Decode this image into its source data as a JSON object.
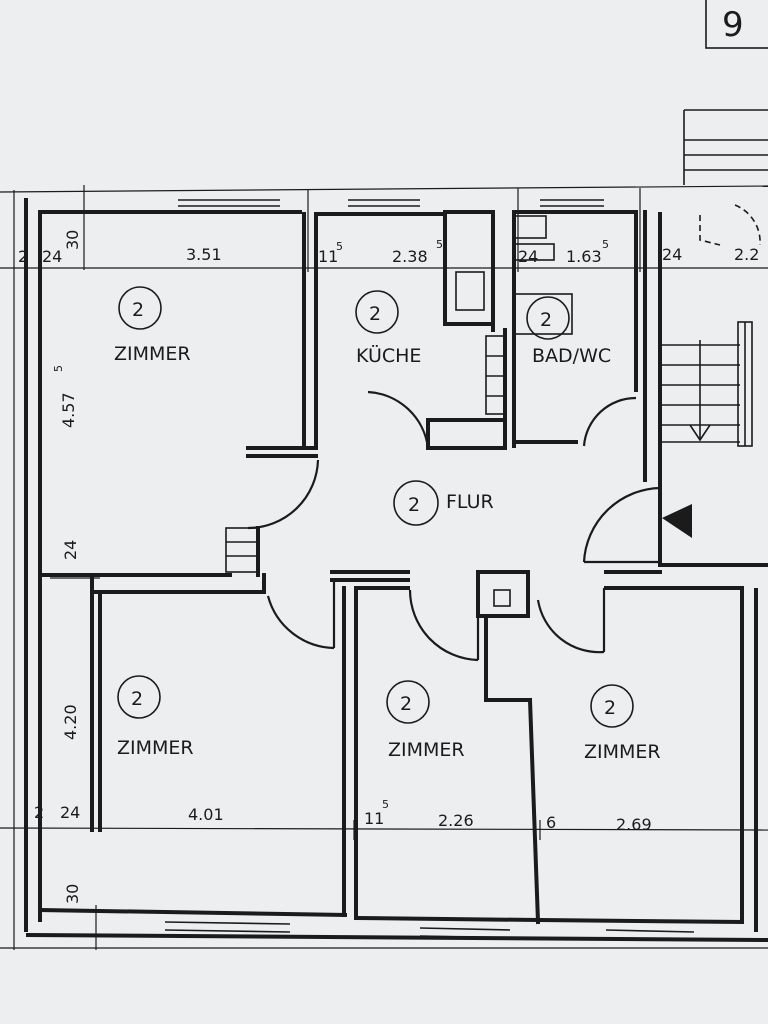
{
  "page_number": "9",
  "rooms": [
    {
      "id": "zimmer-top-left",
      "name": "ZIMMER",
      "number": "2"
    },
    {
      "id": "kueche",
      "name": "KÜCHE",
      "number": "2"
    },
    {
      "id": "bad-wc",
      "name": "BAD/WC",
      "number": "2"
    },
    {
      "id": "flur",
      "name": "FLUR",
      "number": "2"
    },
    {
      "id": "zimmer-bottom-left",
      "name": "ZIMMER",
      "number": "2"
    },
    {
      "id": "zimmer-bottom-middle",
      "name": "ZIMMER",
      "number": "2"
    },
    {
      "id": "zimmer-bottom-right",
      "name": "ZIMMER",
      "number": "2"
    }
  ],
  "dimensions": {
    "top_left_a": "2",
    "top_left_b": "24",
    "top_left_c": "30",
    "zimmer_top_width": "3.51",
    "kueche_wall": "11",
    "kueche_wall_sup": "5",
    "kueche_width": "2.38",
    "kueche_width_sup": "5",
    "bad_wall": "24",
    "bad_width": "1.63",
    "bad_width_sup": "5",
    "stair_wall": "24",
    "stair_width": "2.2",
    "left_height": "4.57",
    "left_height_sup": "5",
    "left_wall_24": "24",
    "bottom_left_height": "4.20",
    "bottom_left_a": "2",
    "bottom_left_b": "24",
    "zimmer_bl_width": "4.01",
    "mid_wall": "11",
    "mid_wall_sup": "5",
    "zimmer_bm_width": "2.26",
    "right_wall": "6",
    "zimmer_br_width": "2.69",
    "bottom_30": "30"
  }
}
